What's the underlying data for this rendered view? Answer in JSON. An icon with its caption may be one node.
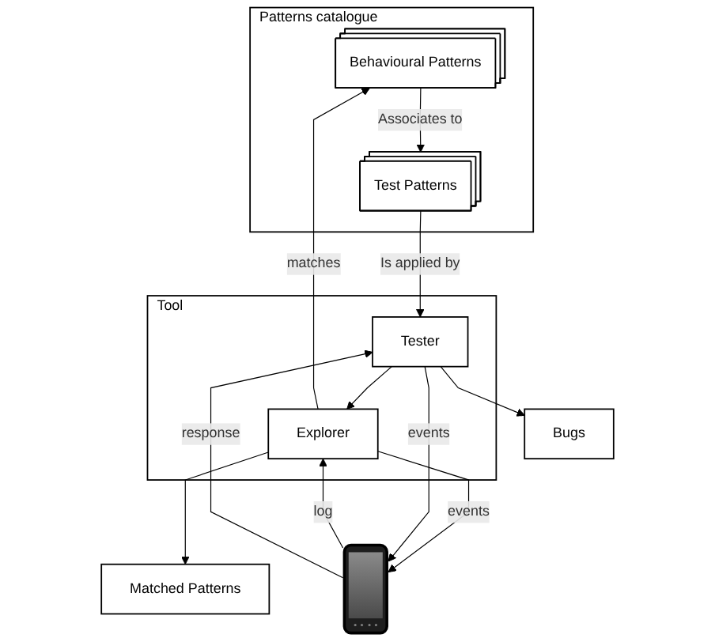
{
  "diagram": {
    "nodes": [
      {
        "text": [
          "Patterns catalogue"
        ]
      },
      {
        "text": [
          "Behavioural Patterns"
        ],
        "in": 0
      },
      {
        "text": [
          "Test Patterns"
        ],
        "in": 0
      },
      {
        "text": [
          "Tool"
        ]
      },
      {
        "text": [
          "Explorer"
        ],
        "in": 3
      },
      {
        "text": [
          "Tester"
        ],
        "in": 3
      },
      {
        "text": [
          "Matched Patterns"
        ]
      },
      {
        "text": [],
        "shape": "picture"
      },
      {
        "text": [
          "Bugs"
        ]
      }
    ],
    "edges": [
      {
        "from": 1,
        "to": 2,
        "arrow": "to",
        "label": "Associates to"
      },
      {
        "from": 4,
        "to": 1,
        "arrow": "to",
        "label": "matches"
      },
      {
        "from": 2,
        "to": 5,
        "arrow": "to",
        "label": "Is applied by"
      },
      {
        "from": 5,
        "to": 4,
        "arrow": "to"
      },
      {
        "from": 4,
        "to": 7,
        "arrow": "to",
        "label": "events"
      },
      {
        "from": 7,
        "to": 4,
        "arrow": "to",
        "label": "log"
      },
      {
        "from": 5,
        "to": 7,
        "arrow": "to",
        "label": "events"
      },
      {
        "from": 7,
        "to": 5,
        "arrow": "to",
        "label": "response"
      },
      {
        "from": 4,
        "to": 6,
        "arrow": "to"
      },
      {
        "from": 5,
        "to": 8,
        "arrow": "to"
      }
    ]
  }
}
